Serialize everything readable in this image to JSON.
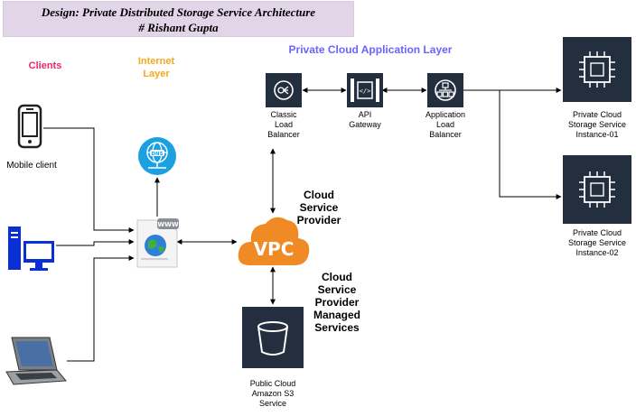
{
  "title": {
    "line1": "Design: Private Distributed Storage Service Architecture",
    "line2": "# Rishant Gupta"
  },
  "sections": {
    "clients": "Clients",
    "internet_layer": "Internet\nLayer",
    "private_cloud_app_layer": "Private Cloud Application Layer"
  },
  "nodes": {
    "mobile_client": "Mobile client",
    "classic_lb": "Classic\nLoad\nBalancer",
    "api_gateway": "API\nGateway",
    "app_lb": "Application\nLoad\nBalancer",
    "storage_01": "Private Cloud\nStorage Service\nInstance-01",
    "storage_02": "Private Cloud\nStorage Service\nInstance-02",
    "cloud_provider": "Cloud\nService\nProvider",
    "managed_services": "Cloud\nService\nProvider\nManaged\nServices",
    "s3": "Public Cloud\nAmazon S3\nService",
    "vpc": "VPC",
    "dns": "DNS",
    "www": "WWW"
  },
  "colors": {
    "title_bg": "#e1d5e7",
    "clients": "#e6286e",
    "internet_layer": "#f4a81d",
    "app_layer": "#6c63ff",
    "aws_dark": "#232f3e",
    "vpc_orange": "#f08a24",
    "dns_blue": "#1ba1e2",
    "device_blue": "#0b2fd6"
  }
}
